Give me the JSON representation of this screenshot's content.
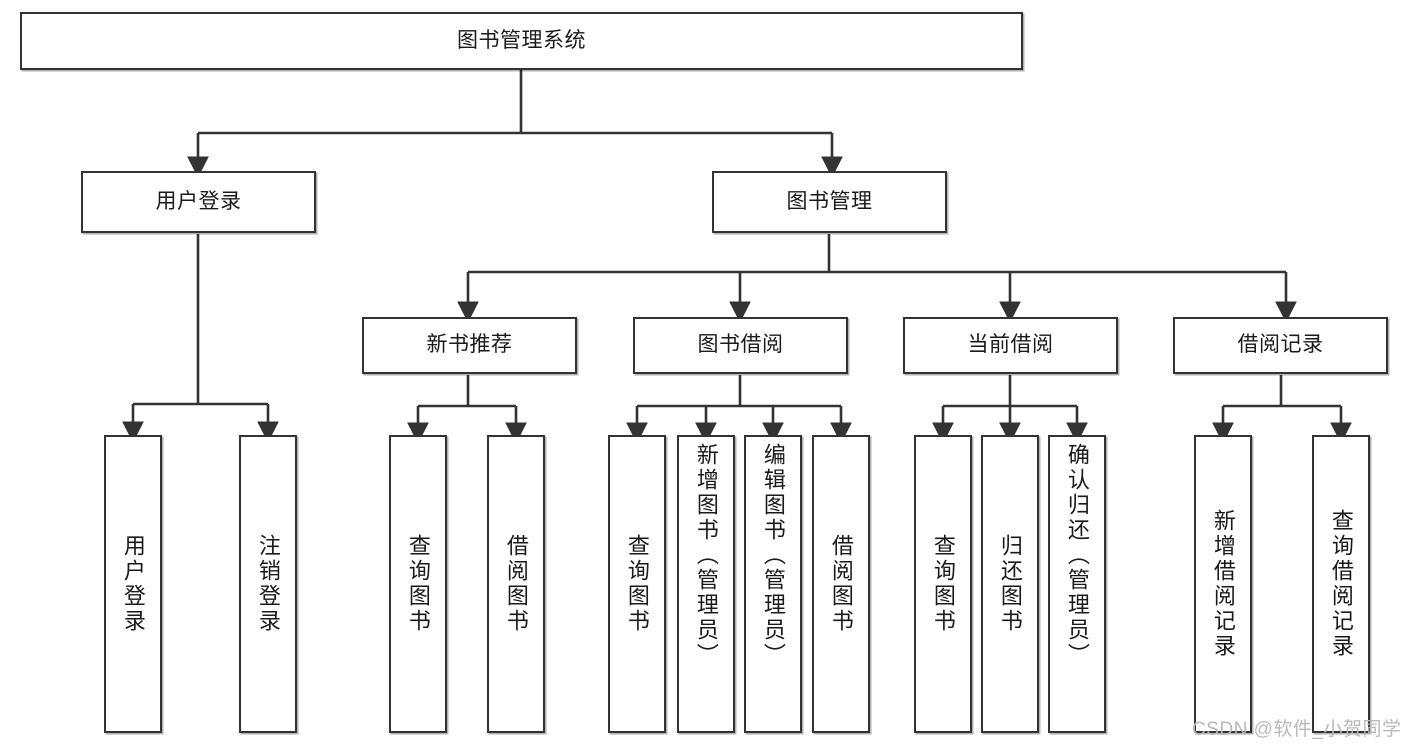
{
  "diagram": {
    "type": "tree",
    "title": "图书管理系统",
    "orientation": "top-down",
    "line_color": "#333333",
    "box_fill": "#ffffff",
    "text_color": "#1a1a1a",
    "nodes": {
      "root": {
        "label": "图书管理系统"
      },
      "level2": [
        {
          "id": "user-login",
          "label": "用户登录"
        },
        {
          "id": "book-manage",
          "label": "图书管理"
        }
      ],
      "level3": [
        {
          "id": "new-book-recommend",
          "label": "新书推荐"
        },
        {
          "id": "book-borrow",
          "label": "图书借阅"
        },
        {
          "id": "current-borrow",
          "label": "当前借阅"
        },
        {
          "id": "borrow-record",
          "label": "借阅记录"
        }
      ],
      "leaves": {
        "user_login": [
          {
            "id": "leaf-user-login",
            "label": "用户登录"
          },
          {
            "id": "leaf-logout-login",
            "label": "注销登录"
          }
        ],
        "new_book_recommend": [
          {
            "id": "leaf-query-book-1",
            "label": "查询图书"
          },
          {
            "id": "leaf-borrow-book-1",
            "label": "借阅图书"
          }
        ],
        "book_borrow": [
          {
            "id": "leaf-query-book-2",
            "label": "查询图书"
          },
          {
            "id": "leaf-add-book",
            "label": "新增图书（管理员）"
          },
          {
            "id": "leaf-edit-book",
            "label": "编辑图书（管理员）"
          },
          {
            "id": "leaf-borrow-book-2",
            "label": "借阅图书"
          }
        ],
        "current_borrow": [
          {
            "id": "leaf-query-book-3",
            "label": "查询图书"
          },
          {
            "id": "leaf-return-book",
            "label": "归还图书"
          },
          {
            "id": "leaf-confirm-return",
            "label": "确认归还（管理员）"
          }
        ],
        "borrow_record": [
          {
            "id": "leaf-add-borrow-record",
            "label": "新增借阅记录"
          },
          {
            "id": "leaf-query-borrow-record",
            "label": "查询借阅记录"
          }
        ]
      }
    }
  },
  "watermark": {
    "text": "CSDN @软件_小贺同学",
    "color": "#b9b9b9"
  }
}
